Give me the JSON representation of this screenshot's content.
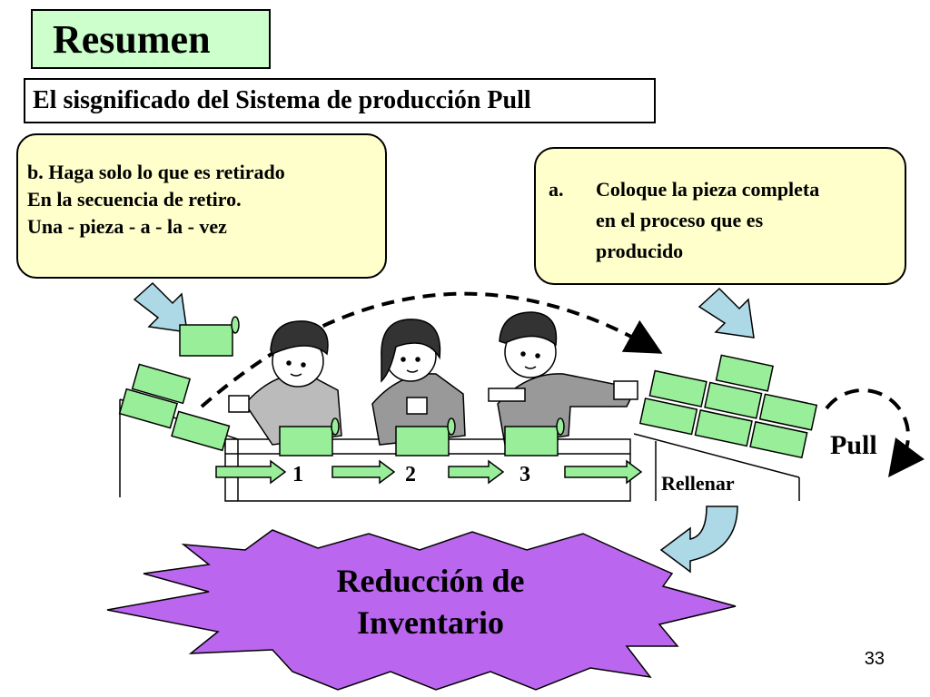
{
  "slide": {
    "title": "Resumen",
    "subtitle": "El sisgnificado del Sistema de producción  Pull",
    "callout_left": {
      "lines": [
        "b. Haga solo lo que es retirado",
        "En la secuencia de retiro.",
        "Una - pieza - a - la - vez"
      ]
    },
    "callout_right": {
      "marker": "a.",
      "lines": [
        "Coloque la pieza completa",
        "en el proceso que es",
        "producido"
      ]
    },
    "stations": [
      "1",
      "2",
      "3"
    ],
    "pull_label": "Pull",
    "refill_label": "Rellenar",
    "result": {
      "line1": "Reducción de",
      "line2": "Inventario"
    },
    "page_number": "33"
  },
  "colors": {
    "title_bg": "#ccffcc",
    "callout_bg": "#ffffcc",
    "part_green": "#99ee99",
    "arrow_blue": "#add8e6",
    "starburst": "#bb66ee",
    "worker_dark": "#333333"
  }
}
